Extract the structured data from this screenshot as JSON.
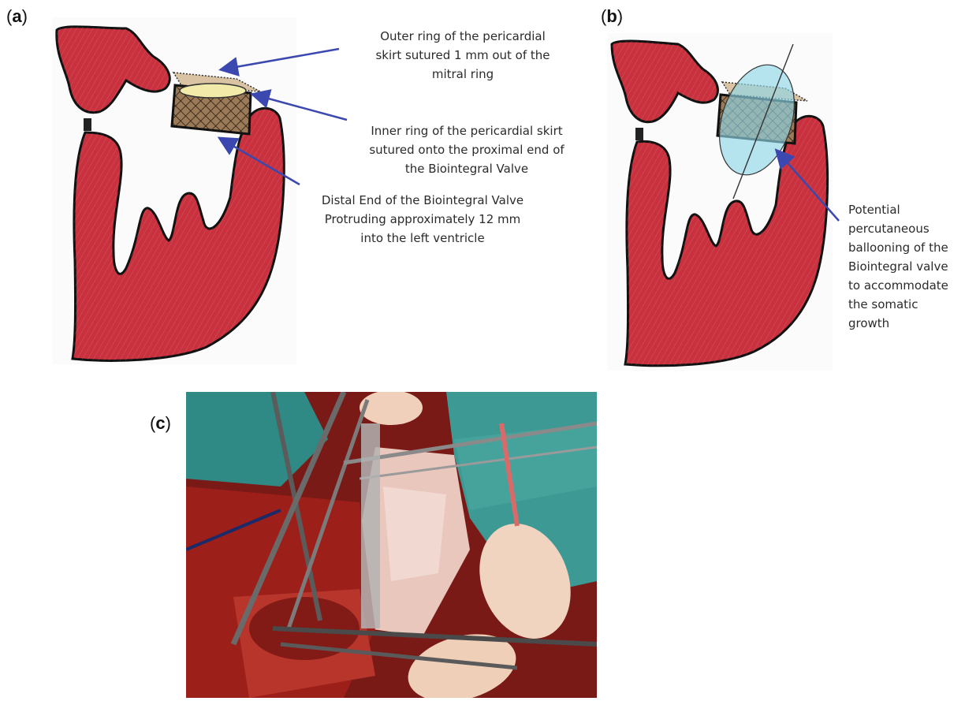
{
  "panels": {
    "a": {
      "label_open": "(",
      "label_letter": "a",
      "label_close": ")"
    },
    "b": {
      "label_open": "(",
      "label_letter": "b",
      "label_close": ")"
    },
    "c": {
      "label_open": "(",
      "label_letter": "c",
      "label_close": ")"
    }
  },
  "annotations": {
    "outer_ring": [
      "Outer ring of the pericardial",
      "skirt sutured 1 mm out of the",
      "mitral ring"
    ],
    "inner_ring": [
      "Inner ring of the pericardial skirt",
      "sutured onto the proximal end of",
      "the Biointegral Valve"
    ],
    "distal_end": [
      "Distal End of the Biointegral Valve",
      "Protruding approximately 12 mm",
      "into the left ventricle"
    ],
    "ballooning": [
      "Potential",
      "percutaneous",
      "ballooning of the",
      "Biointegral valve",
      "to accommodate",
      "the somatic",
      "growth"
    ]
  },
  "colors": {
    "myocardium": "#c8313d",
    "myocardium_light": "#de6b72",
    "outline": "#111111",
    "valve_mesh": "#8a6a4a",
    "arrow": "#3b48b0",
    "balloon": "#8fd6e6"
  }
}
